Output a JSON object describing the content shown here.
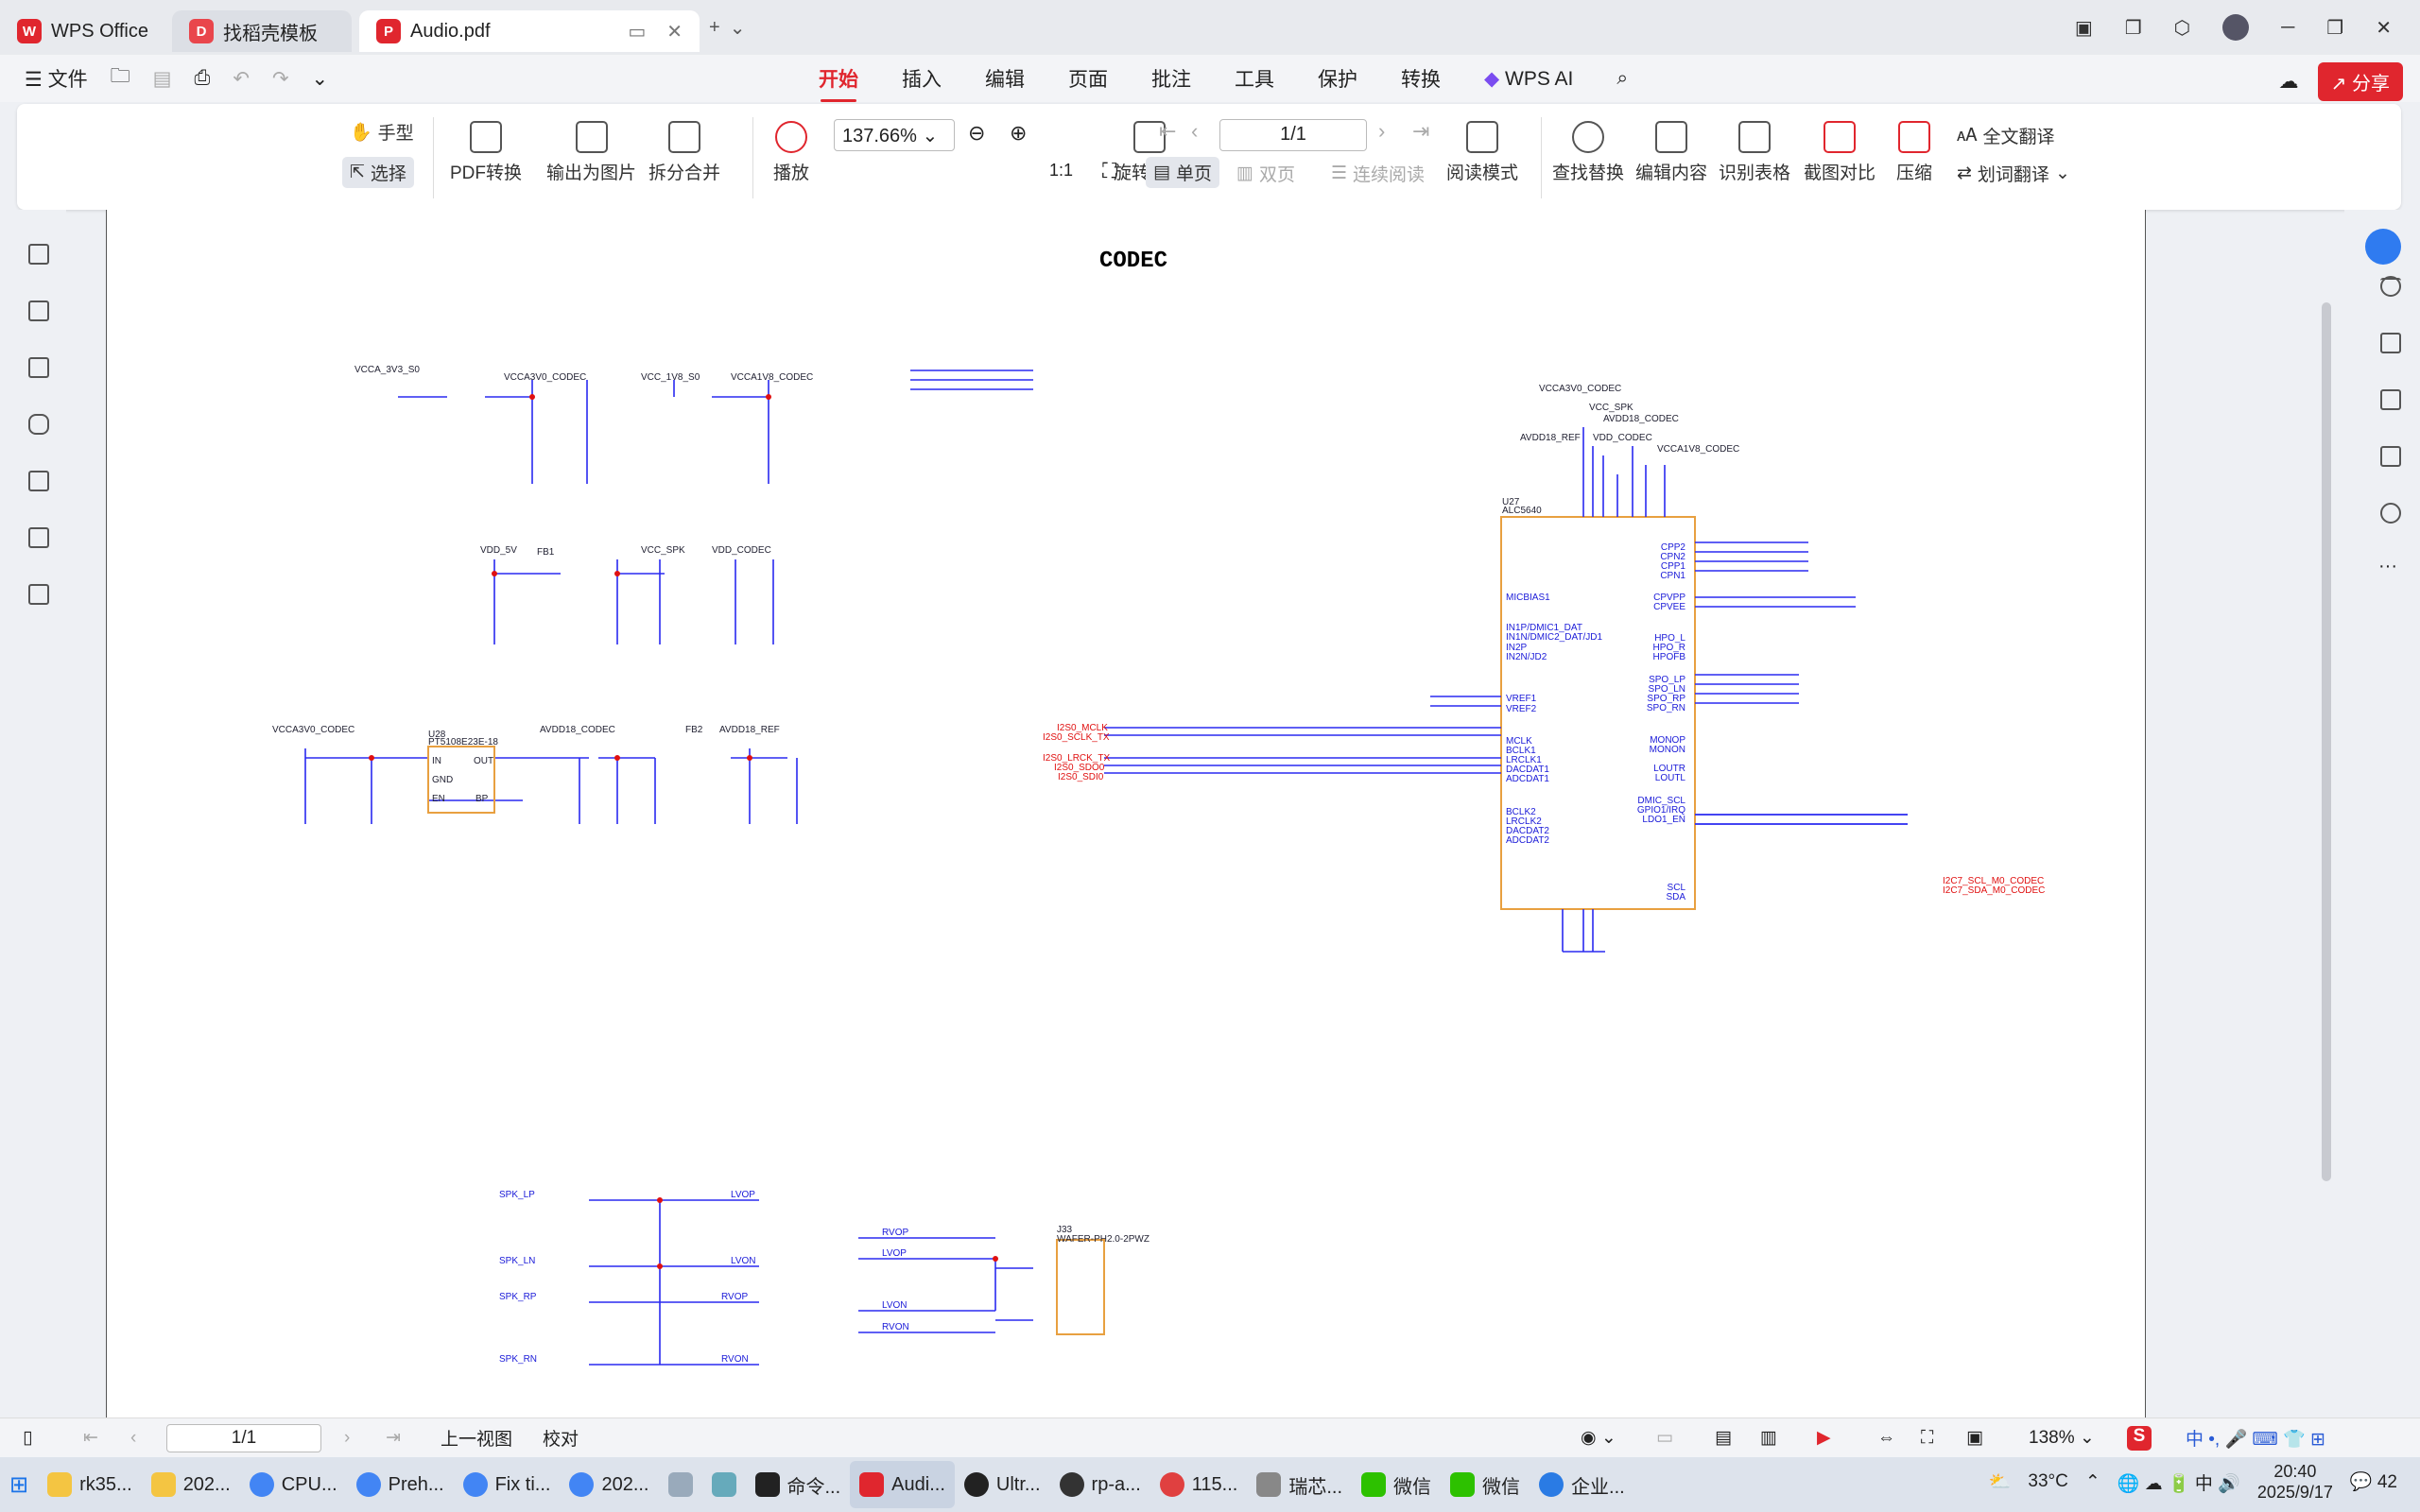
{
  "tabs": {
    "wps": "WPS Office",
    "template": "找稻壳模板",
    "active": "Audio.pdf",
    "new": "+"
  },
  "menu": {
    "file": "文件",
    "items": [
      "开始",
      "插入",
      "编辑",
      "页面",
      "批注",
      "工具",
      "保护",
      "转换"
    ],
    "ai": "WPS AI",
    "share": "分享"
  },
  "toolbar": {
    "hand": "手型",
    "select": "选择",
    "pdf_convert": "PDF转换",
    "export_img": "输出为图片",
    "split_merge": "拆分合并",
    "play": "播放",
    "zoom": "137.66%",
    "page": "1/1",
    "rotate": "旋转文档",
    "single": "单页",
    "double": "双页",
    "continuous": "连续阅读",
    "read_mode": "阅读模式",
    "find": "查找替换",
    "edit": "编辑内容",
    "ocr_table": "识别表格",
    "compare": "截图对比",
    "compress": "压缩",
    "translate_all": "全文翻译",
    "translate_word": "划词翻译"
  },
  "doc": {
    "title": "CODEC",
    "chip": {
      "ref": "U27",
      "part": "ALC5640"
    },
    "ldo": {
      "ref": "U28",
      "part": "PT5108E23E-18",
      "pins": [
        "IN",
        "GND",
        "EN",
        "OUT",
        "BP"
      ]
    },
    "connector": {
      "ref": "J33",
      "part": "WAFER-PH2.0-2PWZ"
    },
    "nets": [
      "VCCA_3V3_S0",
      "VCCA3V0_CODEC",
      "VCC_1V8_S0",
      "VCCA1V8_CODEC",
      "VDD_5V",
      "VCC_SPK",
      "VDD_CODEC",
      "AVDD18_CODEC",
      "AVDD18_REF",
      "FB1",
      "FB2"
    ],
    "left_pins": [
      "MICBIAS1",
      "IN1P/DMIC1_DAT",
      "IN1N/DMIC2_DAT/JD1",
      "IN2P",
      "IN2N/JD2",
      "VREF1",
      "VREF2",
      "MCLK",
      "BCLK1",
      "LRCLK1",
      "DACDAT1",
      "ADCDAT1",
      "BCLK2",
      "LRCLK2",
      "DACDAT2",
      "ADCDAT2"
    ],
    "right_pins": [
      "CPP2",
      "CPN2",
      "CPP1",
      "CPN1",
      "CPVPP",
      "CPVEE",
      "HPO_L",
      "HPO_R",
      "HPOFB",
      "SPO_LP",
      "SPO_LN",
      "SPO_RP",
      "SPO_RN",
      "MONOP",
      "MONON",
      "LOUTR",
      "LOUTL",
      "DMIC_SCL",
      "GPIO1/IRQ",
      "LDO1_EN",
      "SCL",
      "SDA"
    ],
    "i2s": [
      "I2S0_MCLK",
      "I2S0_SCLK_TX",
      "I2S0_LRCK_TX",
      "I2S0_SDO0",
      "I2S0_SDI0"
    ],
    "i2c": [
      "I2C7_SCL_M0_CODEC",
      "I2C7_SDA_M0_CODEC"
    ],
    "spk": [
      "SPK_LP",
      "SPK_LN",
      "SPK_RP",
      "SPK_RN",
      "LVOP",
      "LVON",
      "RVOP",
      "RVON"
    ]
  },
  "status": {
    "page": "1/1",
    "prev_view": "上一视图",
    "proofread": "校对",
    "zoom": "138%"
  },
  "taskbar": {
    "items": [
      "rk35...",
      "202...",
      "CPU...",
      "Preh...",
      "Fix ti...",
      "202...",
      "命令...",
      "Audi...",
      "Ultr...",
      "rp-a...",
      "115...",
      "瑞芯...",
      "微信",
      "微信",
      "企业..."
    ],
    "temp": "33°C",
    "time": "20:40",
    "date": "2025/9/17",
    "notif": "42"
  }
}
